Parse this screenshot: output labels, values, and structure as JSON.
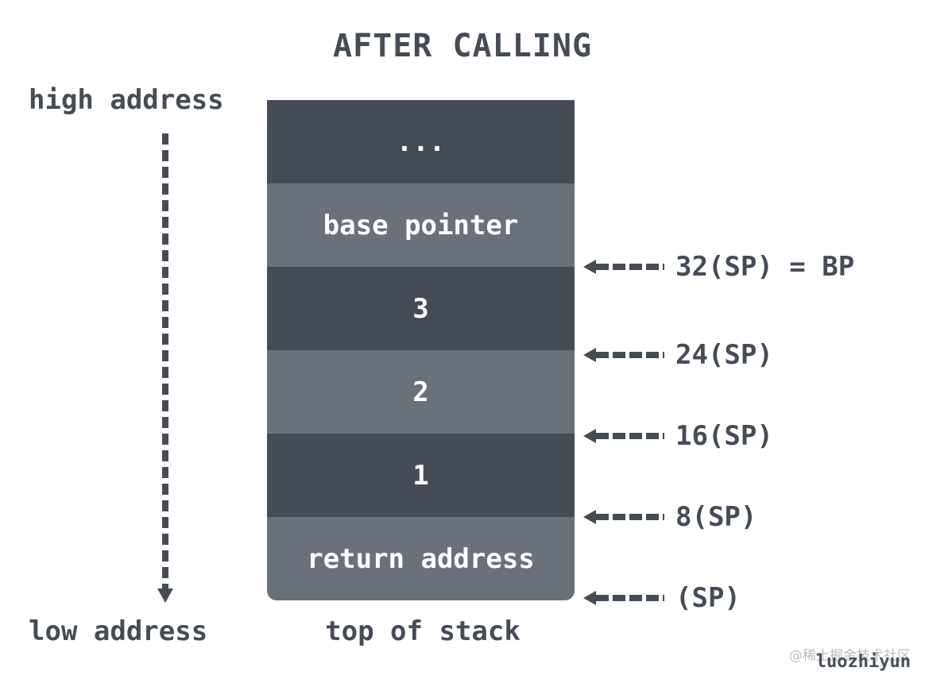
{
  "title": "AFTER CALLING",
  "labels": {
    "high_address": "high address",
    "low_address": "low address",
    "top_of_stack": "top of stack"
  },
  "stack_cells": [
    {
      "text": "...",
      "shade": "dark"
    },
    {
      "text": "base pointer",
      "shade": "light"
    },
    {
      "text": "3",
      "shade": "dark"
    },
    {
      "text": "2",
      "shade": "light"
    },
    {
      "text": "1",
      "shade": "dark"
    },
    {
      "text": "return address",
      "shade": "light"
    }
  ],
  "pointers": [
    {
      "label": "32(SP) = BP"
    },
    {
      "label": "24(SP)"
    },
    {
      "label": "16(SP)"
    },
    {
      "label": "8(SP)"
    },
    {
      "label": "(SP)"
    }
  ],
  "watermark": {
    "credit": "@稀土掘金技术社区",
    "author": "luozhiyun"
  },
  "colors": {
    "dark_cell": "#464c56",
    "light_cell": "#6b717a",
    "text": "#464c56"
  },
  "icons": {
    "axis": "dashed-down-arrow-icon",
    "pointer": "dashed-left-arrow-icon"
  }
}
